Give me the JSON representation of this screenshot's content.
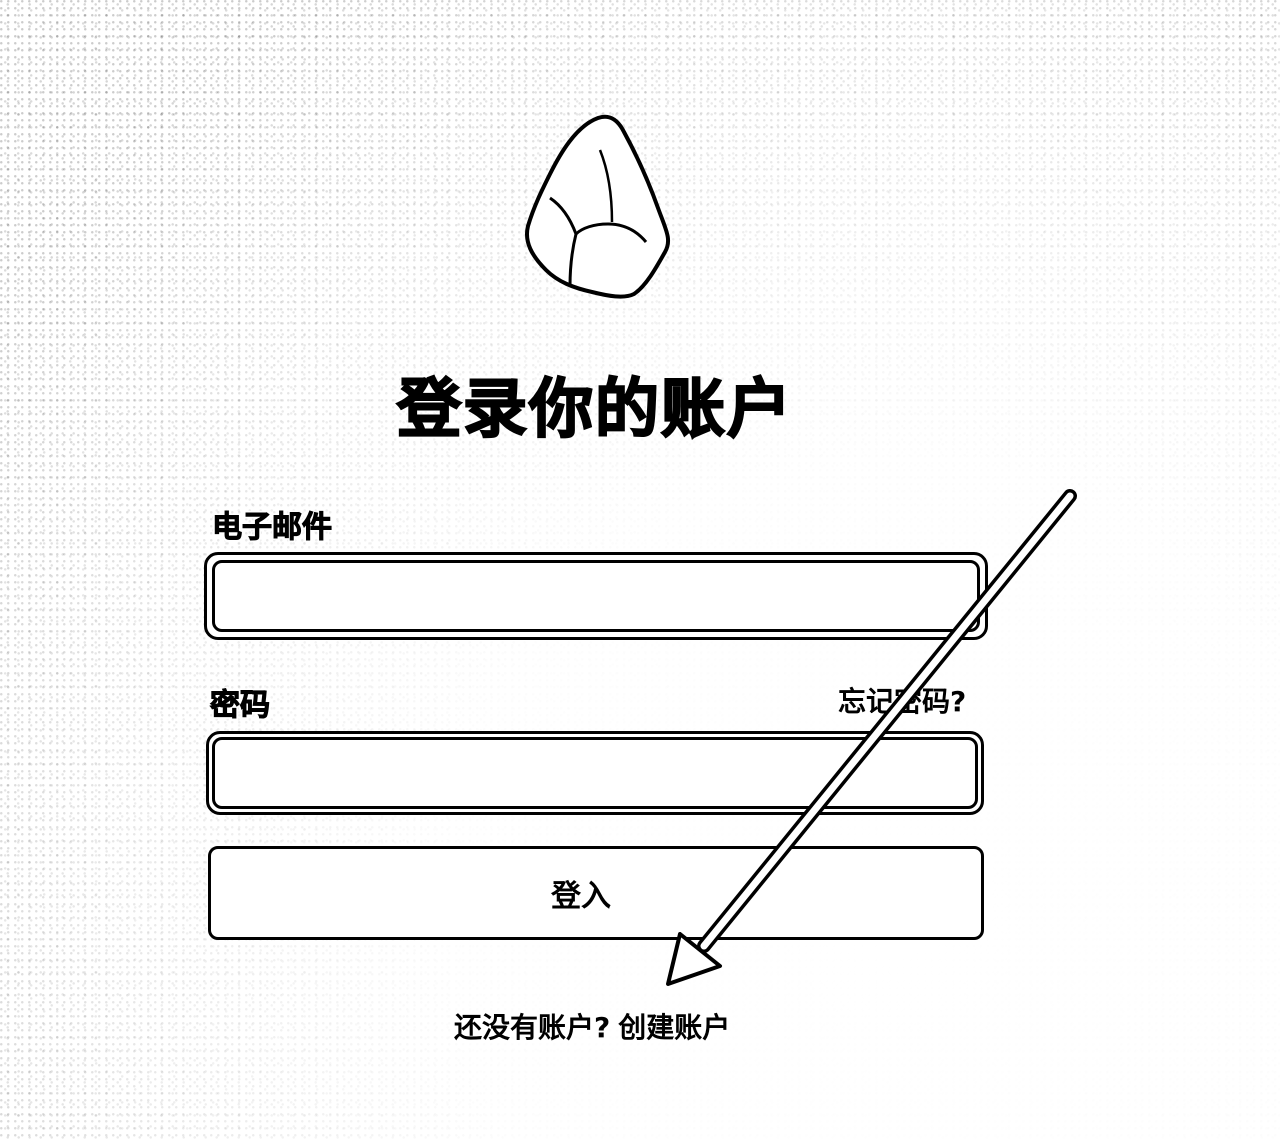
{
  "page": {
    "title": "登录你的账户"
  },
  "form": {
    "email_label": "电子邮件",
    "email_value": "",
    "password_label": "密码",
    "password_value": "",
    "forgot_link": "忘记密码?",
    "submit_label": "登入"
  },
  "footer": {
    "prompt": "还没有账户?",
    "create_link": "创建账户"
  },
  "icons": {
    "logo": "stone-logo-icon",
    "annotation": "arrow-icon"
  }
}
